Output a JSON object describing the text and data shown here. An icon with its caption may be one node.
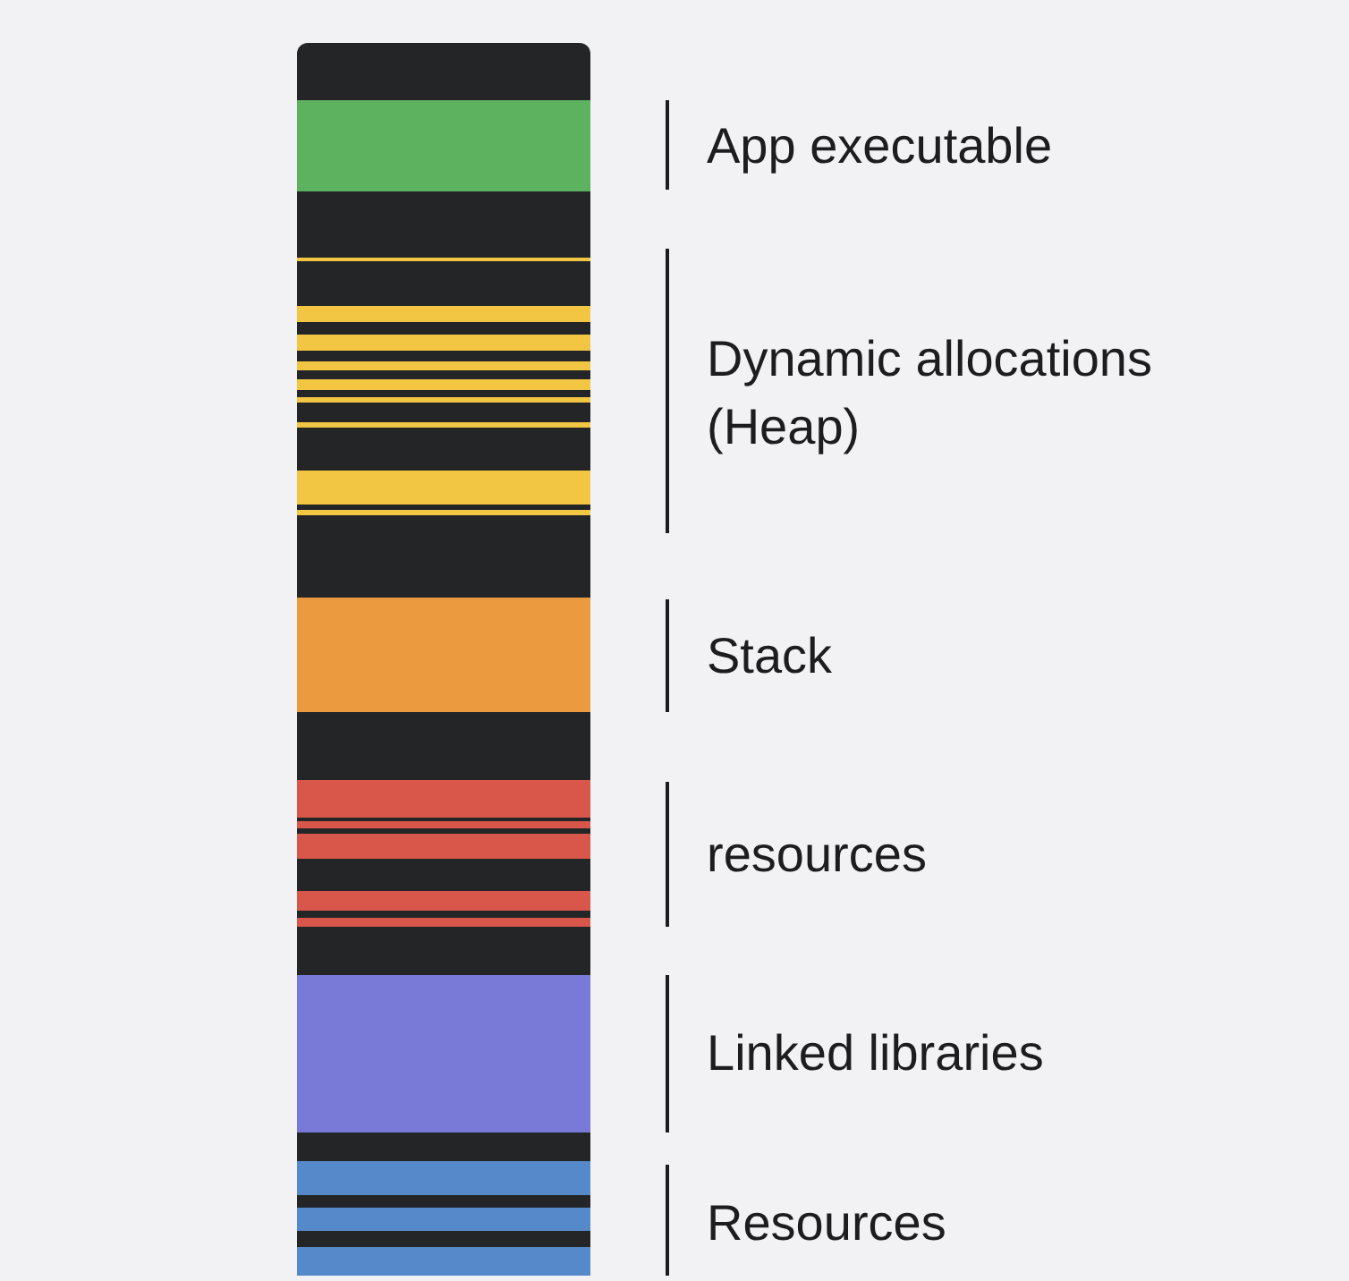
{
  "diagram": {
    "labels": [
      "App executable",
      "Dynamic allocations (Heap)",
      "Stack",
      "resources",
      "Linked libraries",
      "Resources"
    ]
  }
}
